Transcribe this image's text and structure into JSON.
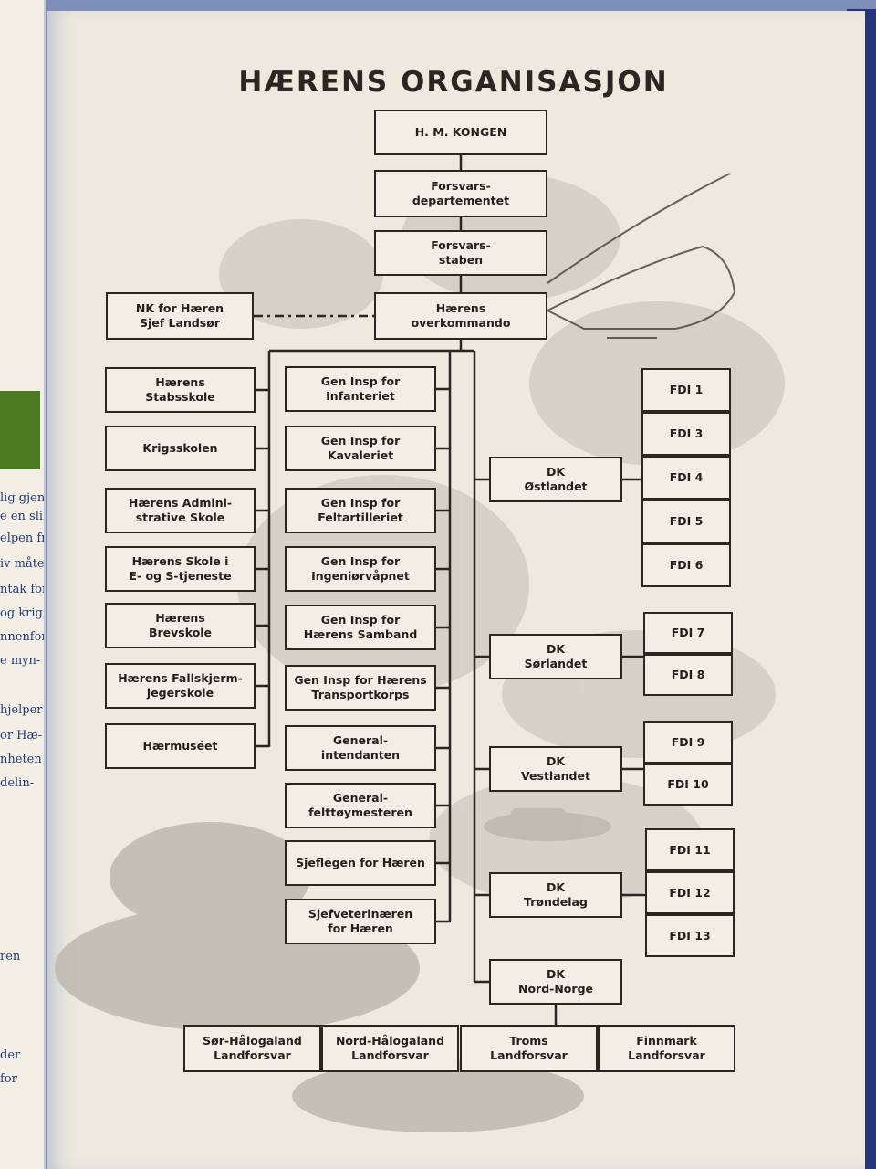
{
  "title": "HÆRENS ORGANISASJON",
  "left_page_fragments": [
    "lig gjen-",
    "e en slik",
    "elpen fr",
    "iv måte",
    "ntak for",
    "og krig,",
    "nnenfor",
    "e myn-",
    "hjelper",
    "or Hæ-",
    "nheten",
    "delin-",
    "ren",
    "der",
    "for"
  ],
  "units": {
    "kongen": "H. M. KONGEN",
    "forsvarsdep": "Forsvars-\ndepartementet",
    "forsvarsstaben": "Forsvars-\nstaben",
    "overkommando": "Hærens\noverkommando",
    "nk": "NK for Hæren\nSjef Landsør",
    "schools": [
      "Hærens\nStabsskole",
      "Krigsskolen",
      "Hærens Admini-\nstrative Skole",
      "Hærens Skole i\nE- og S-tjeneste",
      "Hærens\nBrevskole",
      "Hærens Fallskjerm-\njegerskole",
      "Hærmuséet"
    ],
    "inspectors": [
      "Gen Insp for\nInfanteriet",
      "Gen Insp for\nKavaleriet",
      "Gen Insp for\nFeltartilleriet",
      "Gen Insp for\nIngeniørvåpnet",
      "Gen Insp for\nHærens Samband",
      "Gen Insp for Hærens\nTransportkorps",
      "General-\nintendanten",
      "General-\nfelttøymesteren",
      "Sjeflegen for Hæren",
      "Sjefveterinæren\nfor Hæren"
    ],
    "commands": [
      "DK\nØstlandet",
      "DK\nSørlandet",
      "DK\nVestlandet",
      "DK\nTrøndelag",
      "DK\nNord-Norge"
    ],
    "fdi": [
      "FDI 1",
      "FDI 3",
      "FDI 4",
      "FDI 5",
      "FDI 6",
      "FDI 7",
      "FDI 8",
      "FDI 9",
      "FDI 10",
      "FDI 11",
      "FDI 12",
      "FDI 13"
    ],
    "landforsvar": [
      "Sør-Hålogaland\nLandforsvar",
      "Nord-Hålogaland\nLandforsvar",
      "Troms\nLandforsvar",
      "Finnmark\nLandforsvar"
    ]
  },
  "colors": {
    "page": "#ece9df",
    "ink": "#2b2622",
    "box_fill": "#f1eee6",
    "cover_blue": "#7d8fb8",
    "green_band": "#4b7a22"
  }
}
